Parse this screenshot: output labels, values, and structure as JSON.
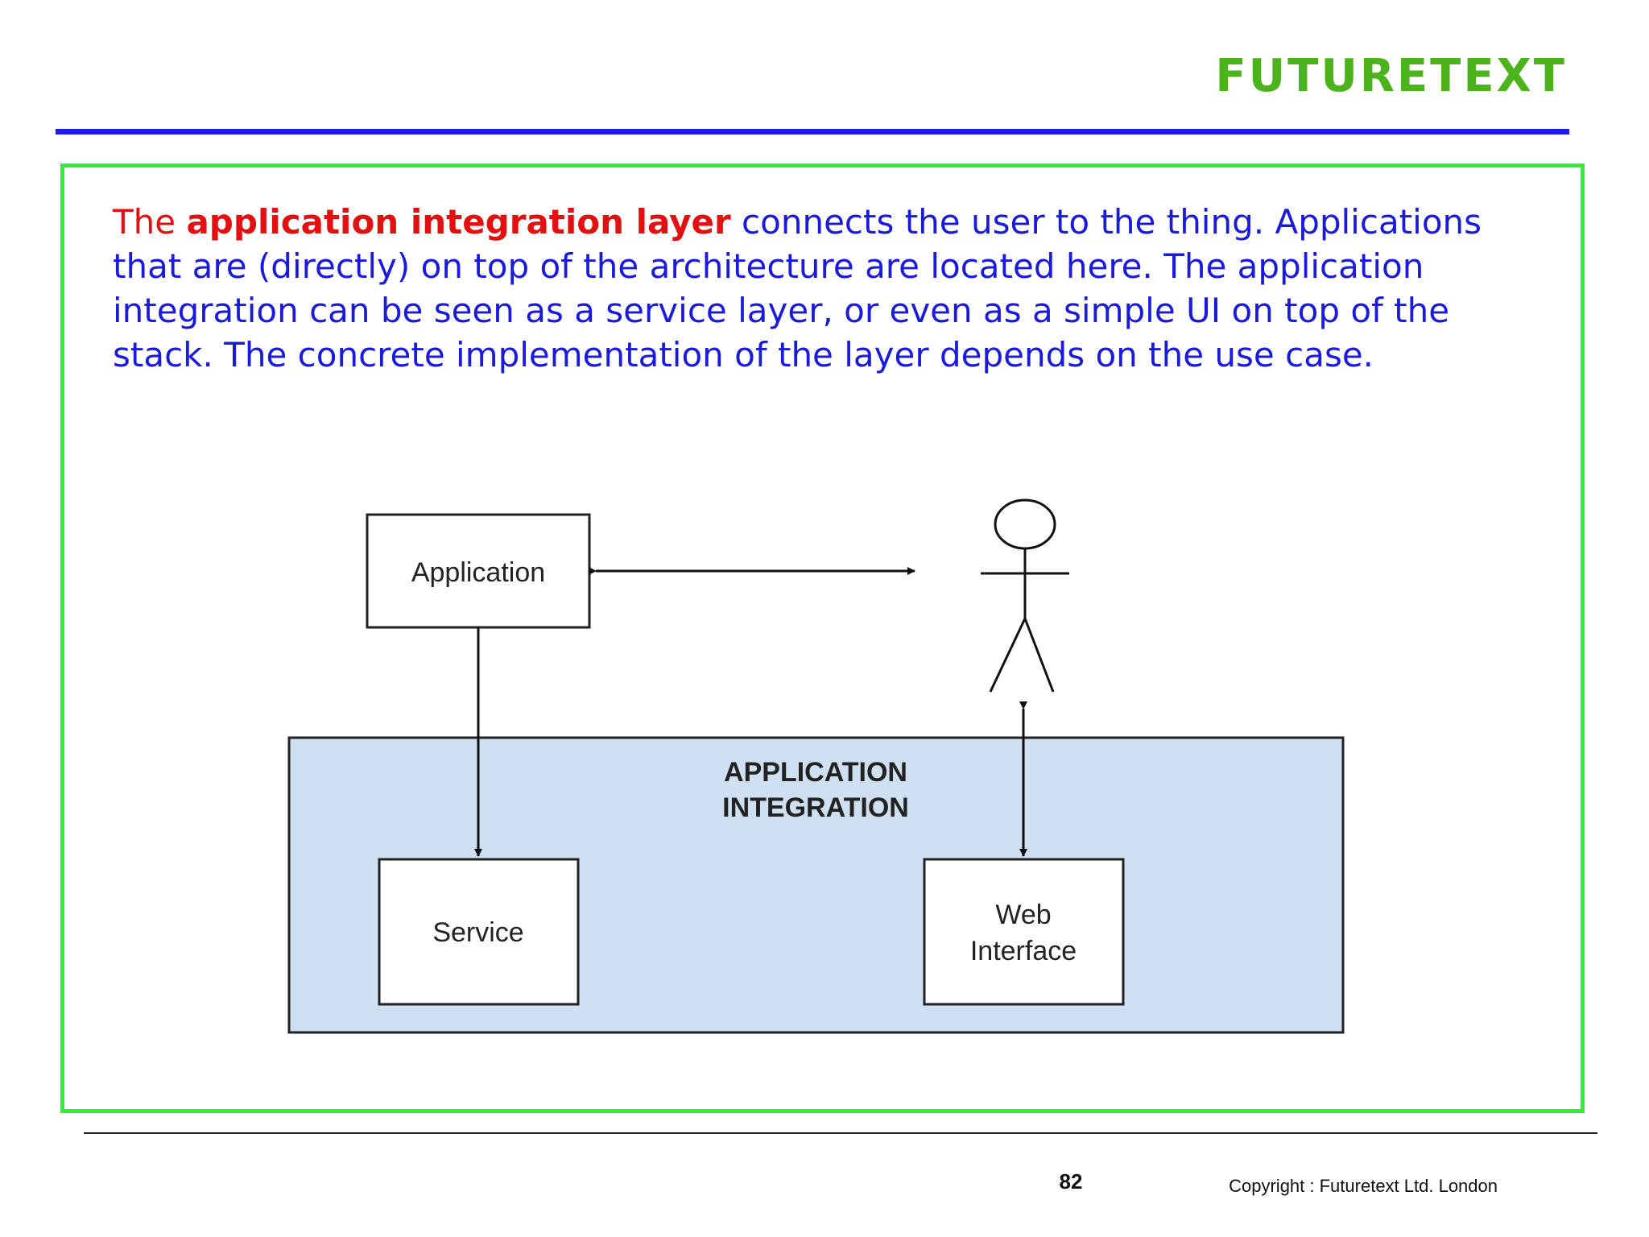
{
  "header": {
    "logo_text": "FUTURETEXT"
  },
  "body": {
    "prefix": "The ",
    "emphasis": "application integration layer",
    "rest": " connects the user to the thing. Applications that are (directly) on top of the architecture are located here. The application integration can be seen as a service layer, or even as a simple UI on top of the stack. The concrete implementation of the layer depends on the use case."
  },
  "diagram": {
    "application_label": "Application",
    "layer_label_line1": "APPLICATION",
    "layer_label_line2": "INTEGRATION",
    "service_label": "Service",
    "web_label_line1": "Web",
    "web_label_line2": "Interface"
  },
  "footer": {
    "page_number": "82",
    "copyright": "Copyright : Futuretext Ltd. London"
  },
  "colors": {
    "brand_green": "#4db31c",
    "rule_blue": "#1c1cf0",
    "frame_green": "#33ee33",
    "text_blue": "#1a1adc",
    "emphasis_red": "#e21010",
    "layer_fill": "#cfe0f2"
  }
}
